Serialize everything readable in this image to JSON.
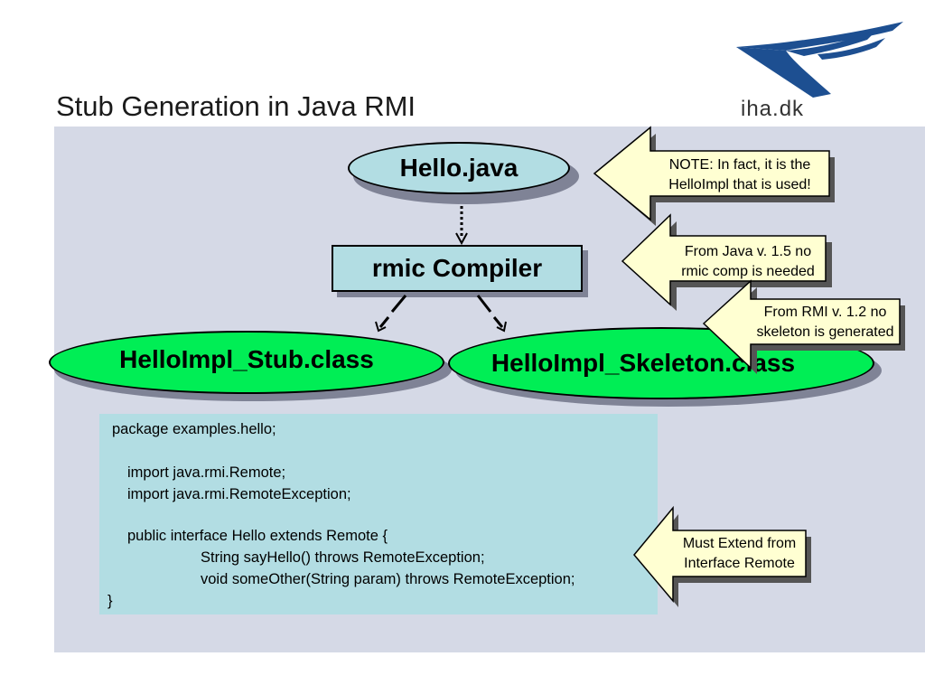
{
  "slide": {
    "title": "Stub Generation in Java RMI",
    "logo_text": "iha.dk"
  },
  "diagram": {
    "source_node": "Hello.java",
    "compiler_node": "rmic Compiler",
    "stub_node": "HelloImpl_Stub.class",
    "skeleton_node": "HelloImpl_Skeleton.class"
  },
  "notes": {
    "note1": [
      "NOTE: In fact, it is the",
      "HelloImpl that is used!"
    ],
    "note2": [
      "From Java v. 1.5 no",
      "rmic comp is needed"
    ],
    "note3": [
      "From RMI v. 1.2 no",
      "skeleton is generated"
    ],
    "note4": [
      "Must Extend from",
      "Interface Remote"
    ]
  },
  "code": {
    "lines": [
      "package examples.hello;",
      "import java.rmi.Remote;",
      "import java.rmi.RemoteException;",
      "public interface Hello extends Remote {",
      "String sayHello() throws RemoteException;",
      "void someOther(String param) throws RemoteException;",
      "}"
    ]
  },
  "colors": {
    "panel": "#d5d9e6",
    "oval_blue": "#b2dde3",
    "oval_green": "#00ee55",
    "note_fill": "#ffffd2",
    "logo_blue": "#1d4f91"
  }
}
